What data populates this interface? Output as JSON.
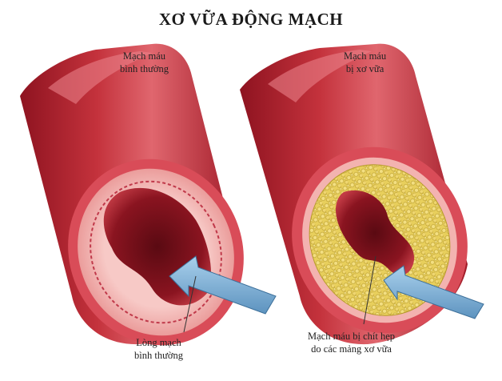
{
  "title": "XƠ VỮA ĐỘNG MẠCH",
  "labels": {
    "normal_vessel": {
      "line1": "Mạch máu",
      "line2": "bình thường"
    },
    "diseased_vessel": {
      "line1": "Mạch máu",
      "line2": "bị xơ vữa"
    },
    "normal_lumen": {
      "line1": "Lòng mạch",
      "line2": "bình thường"
    },
    "narrowed_vessel": {
      "line1": "Mạch máu bị chít hẹp",
      "line2": "do các mảng xơ vữa"
    }
  },
  "colors": {
    "vessel_outer": "#b0202e",
    "vessel_highlight": "#e0666e",
    "lumen_pink": "#f2b6b4",
    "lumen_dark": "#7a0f1a",
    "plaque": "#e8cf5c",
    "arrow": "#7fb0d6"
  }
}
